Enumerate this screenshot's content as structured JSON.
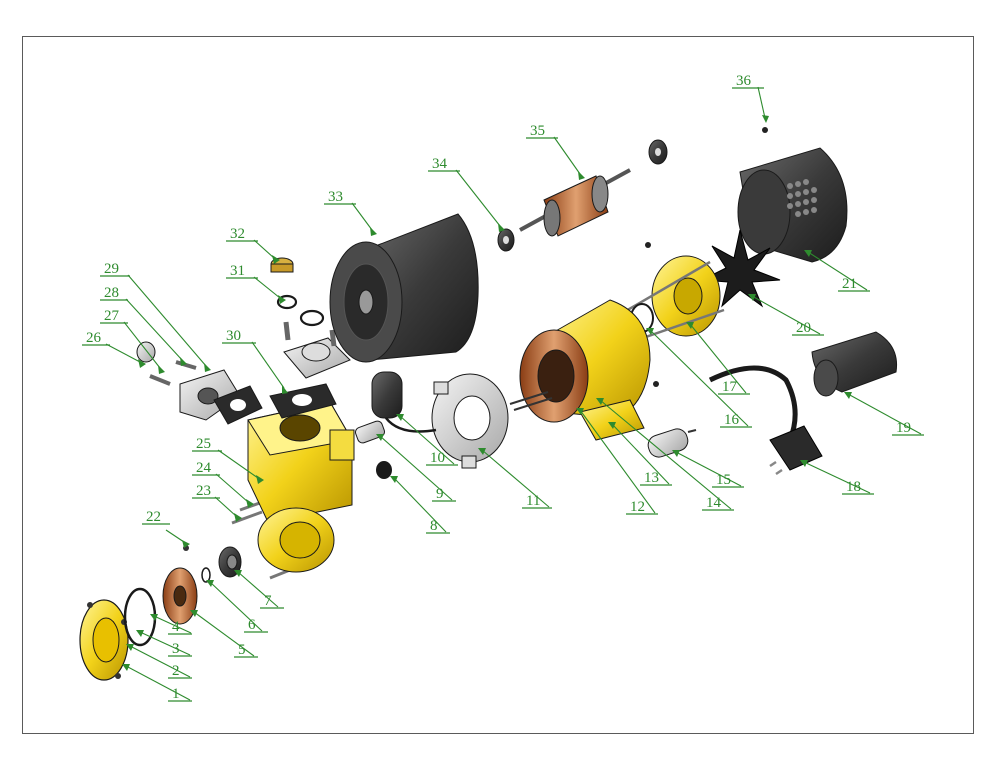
{
  "diagram": {
    "part_numbers": [
      "1",
      "2",
      "3",
      "4",
      "5",
      "6",
      "7",
      "8",
      "9",
      "10",
      "11",
      "12",
      "13",
      "14",
      "15",
      "16",
      "17",
      "18",
      "19",
      "20",
      "21",
      "22",
      "23",
      "24",
      "25",
      "26",
      "27",
      "28",
      "29",
      "30",
      "31",
      "32",
      "33",
      "34",
      "35",
      "36"
    ]
  },
  "colors": {
    "frame": "#5a5a5a",
    "label": "#2e8b2e",
    "housing_yellow": "#f2d21a",
    "motor_dark": "#3c3c3c",
    "copper": "#b8612a",
    "metal_grey": "#c8c8c8"
  }
}
